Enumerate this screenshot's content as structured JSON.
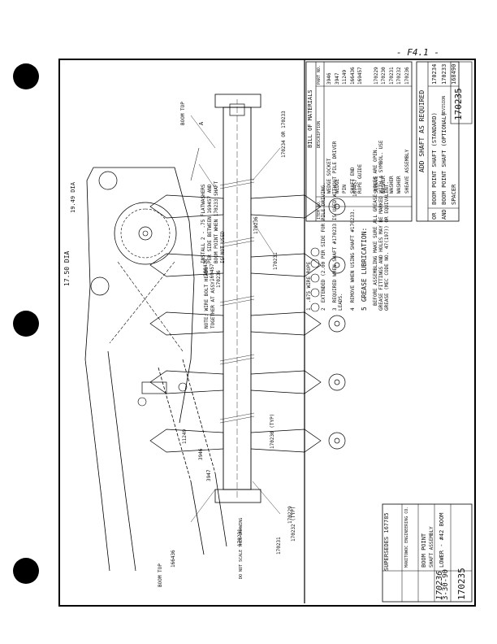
{
  "sheet_label": "- F4.1 -",
  "bill_of_materials": {
    "title": "BILL OF MATERIALS",
    "headers": {
      "item": "ITEM NO.",
      "qty": "QTY",
      "description": "DESCRIPTION",
      "part": "PART NO."
    },
    "rows": [
      {
        "item": "",
        "description": "WEDGE SOCKET",
        "part": "3946"
      },
      {
        "item": "",
        "description": "WEDGE",
        "part": "3947"
      },
      {
        "item": "",
        "description": "PIN",
        "part": "11249"
      },
      {
        "item": "",
        "description": "SHAFT END",
        "part": "166436"
      },
      {
        "item": "",
        "description": "ROPE GUIDE",
        "part": "169457"
      },
      {
        "item": "",
        "description": "",
        "part": ""
      },
      {
        "item": "",
        "description": "SLEEVE",
        "part": "170229"
      },
      {
        "item": "",
        "description": "WASHER",
        "part": "170230"
      },
      {
        "item": "",
        "description": "WASHER",
        "part": "170231"
      },
      {
        "item": "",
        "description": "WASHER",
        "part": "170232"
      },
      {
        "item": "",
        "description": "SHEAVE ASSEMBLY",
        "part": "170236"
      }
    ]
  },
  "add_shaft": {
    "title": "ADD SHAFT AS REQUIRED",
    "rows": [
      {
        "code": "OR",
        "description": "BOOM POINT SHAFT (STANDARD)",
        "part": "170234"
      },
      {
        "code": "AND",
        "description": "BOOM POINT SHAFT (OPTIONAL)",
        "part": "170233"
      },
      {
        "code": "",
        "description": "SPACER",
        "part": "168490"
      }
    ]
  },
  "notes": [
    {
      "num": "1",
      "text": ".875 WIRE ROPE"
    },
    {
      "num": "2",
      "text": "EXTENDED (2.00 PER SIDE FOR PILE DRIVING."
    },
    {
      "num": "3",
      "text": "REQUIRED WHEN SHAFT #170233 IS USED WITHOUT PILE DRIVER LEADS."
    },
    {
      "num": "4",
      "text": "REMOVE WHEN USING SHAFT #170233."
    },
    {
      "num": "5",
      "text": "GREASE LUBRICATION:"
    },
    {
      "num": "",
      "text": "BEFORE ASSEMBLING MAKE SURE ALL GREASE HOLES ARE OPEN. GREASE FITTINGS AND HOLES MAY BE MARKED WITH A SYMBOL. USE GREASE (MEC CODE NO. 47(197)) OR EQUIVALENT."
    }
  ],
  "callouts": {
    "install": "INSTALL 2 - .75 FLATWASHERS PER SIDE BETWEEN 169457 AND BOOM POINT WHEN 170233 SHAFT IS NOT USED",
    "wire_note": "NOTE: WIRE BOLT HEADS TOGETHER AT ASSY.",
    "dia_1": "17.50 DIA",
    "dia_2": "19.49 DIA",
    "boom_top_1": "BOOM TOP",
    "boom_top_2": "BOOM TOP",
    "p166436": "166436",
    "p169457": "169457",
    "p170236": "170236",
    "p11249": "11249",
    "p3946": "3946",
    "p3947": "3947",
    "p170230": "170230 (TYP)",
    "p170231": "170231",
    "p170232": "170232 (TYP)",
    "p170231b": "170231",
    "p170236b": "170236",
    "p170234": "170234 OR 170233",
    "p169457b": "169457",
    "p170229": "170229",
    "p166436b": "166436",
    "p170231c": "170231",
    "marker_a": "A"
  },
  "supersedes": "SUPERSEDES 167785",
  "title_block": {
    "company": "MANITOWOC ENGINEERING CO.",
    "title_1": "BOOM POINT",
    "title_2": "SHAFT ASSEMBLY",
    "title_3": "LOWER - #42 BOOM",
    "date": "3-30-90",
    "dwg_no": "170235",
    "handwritten": "170236"
  },
  "revision_header": "REVISION",
  "dwg_box": "170235",
  "scale_note": "DO NOT SCALE THIS DRAWING"
}
